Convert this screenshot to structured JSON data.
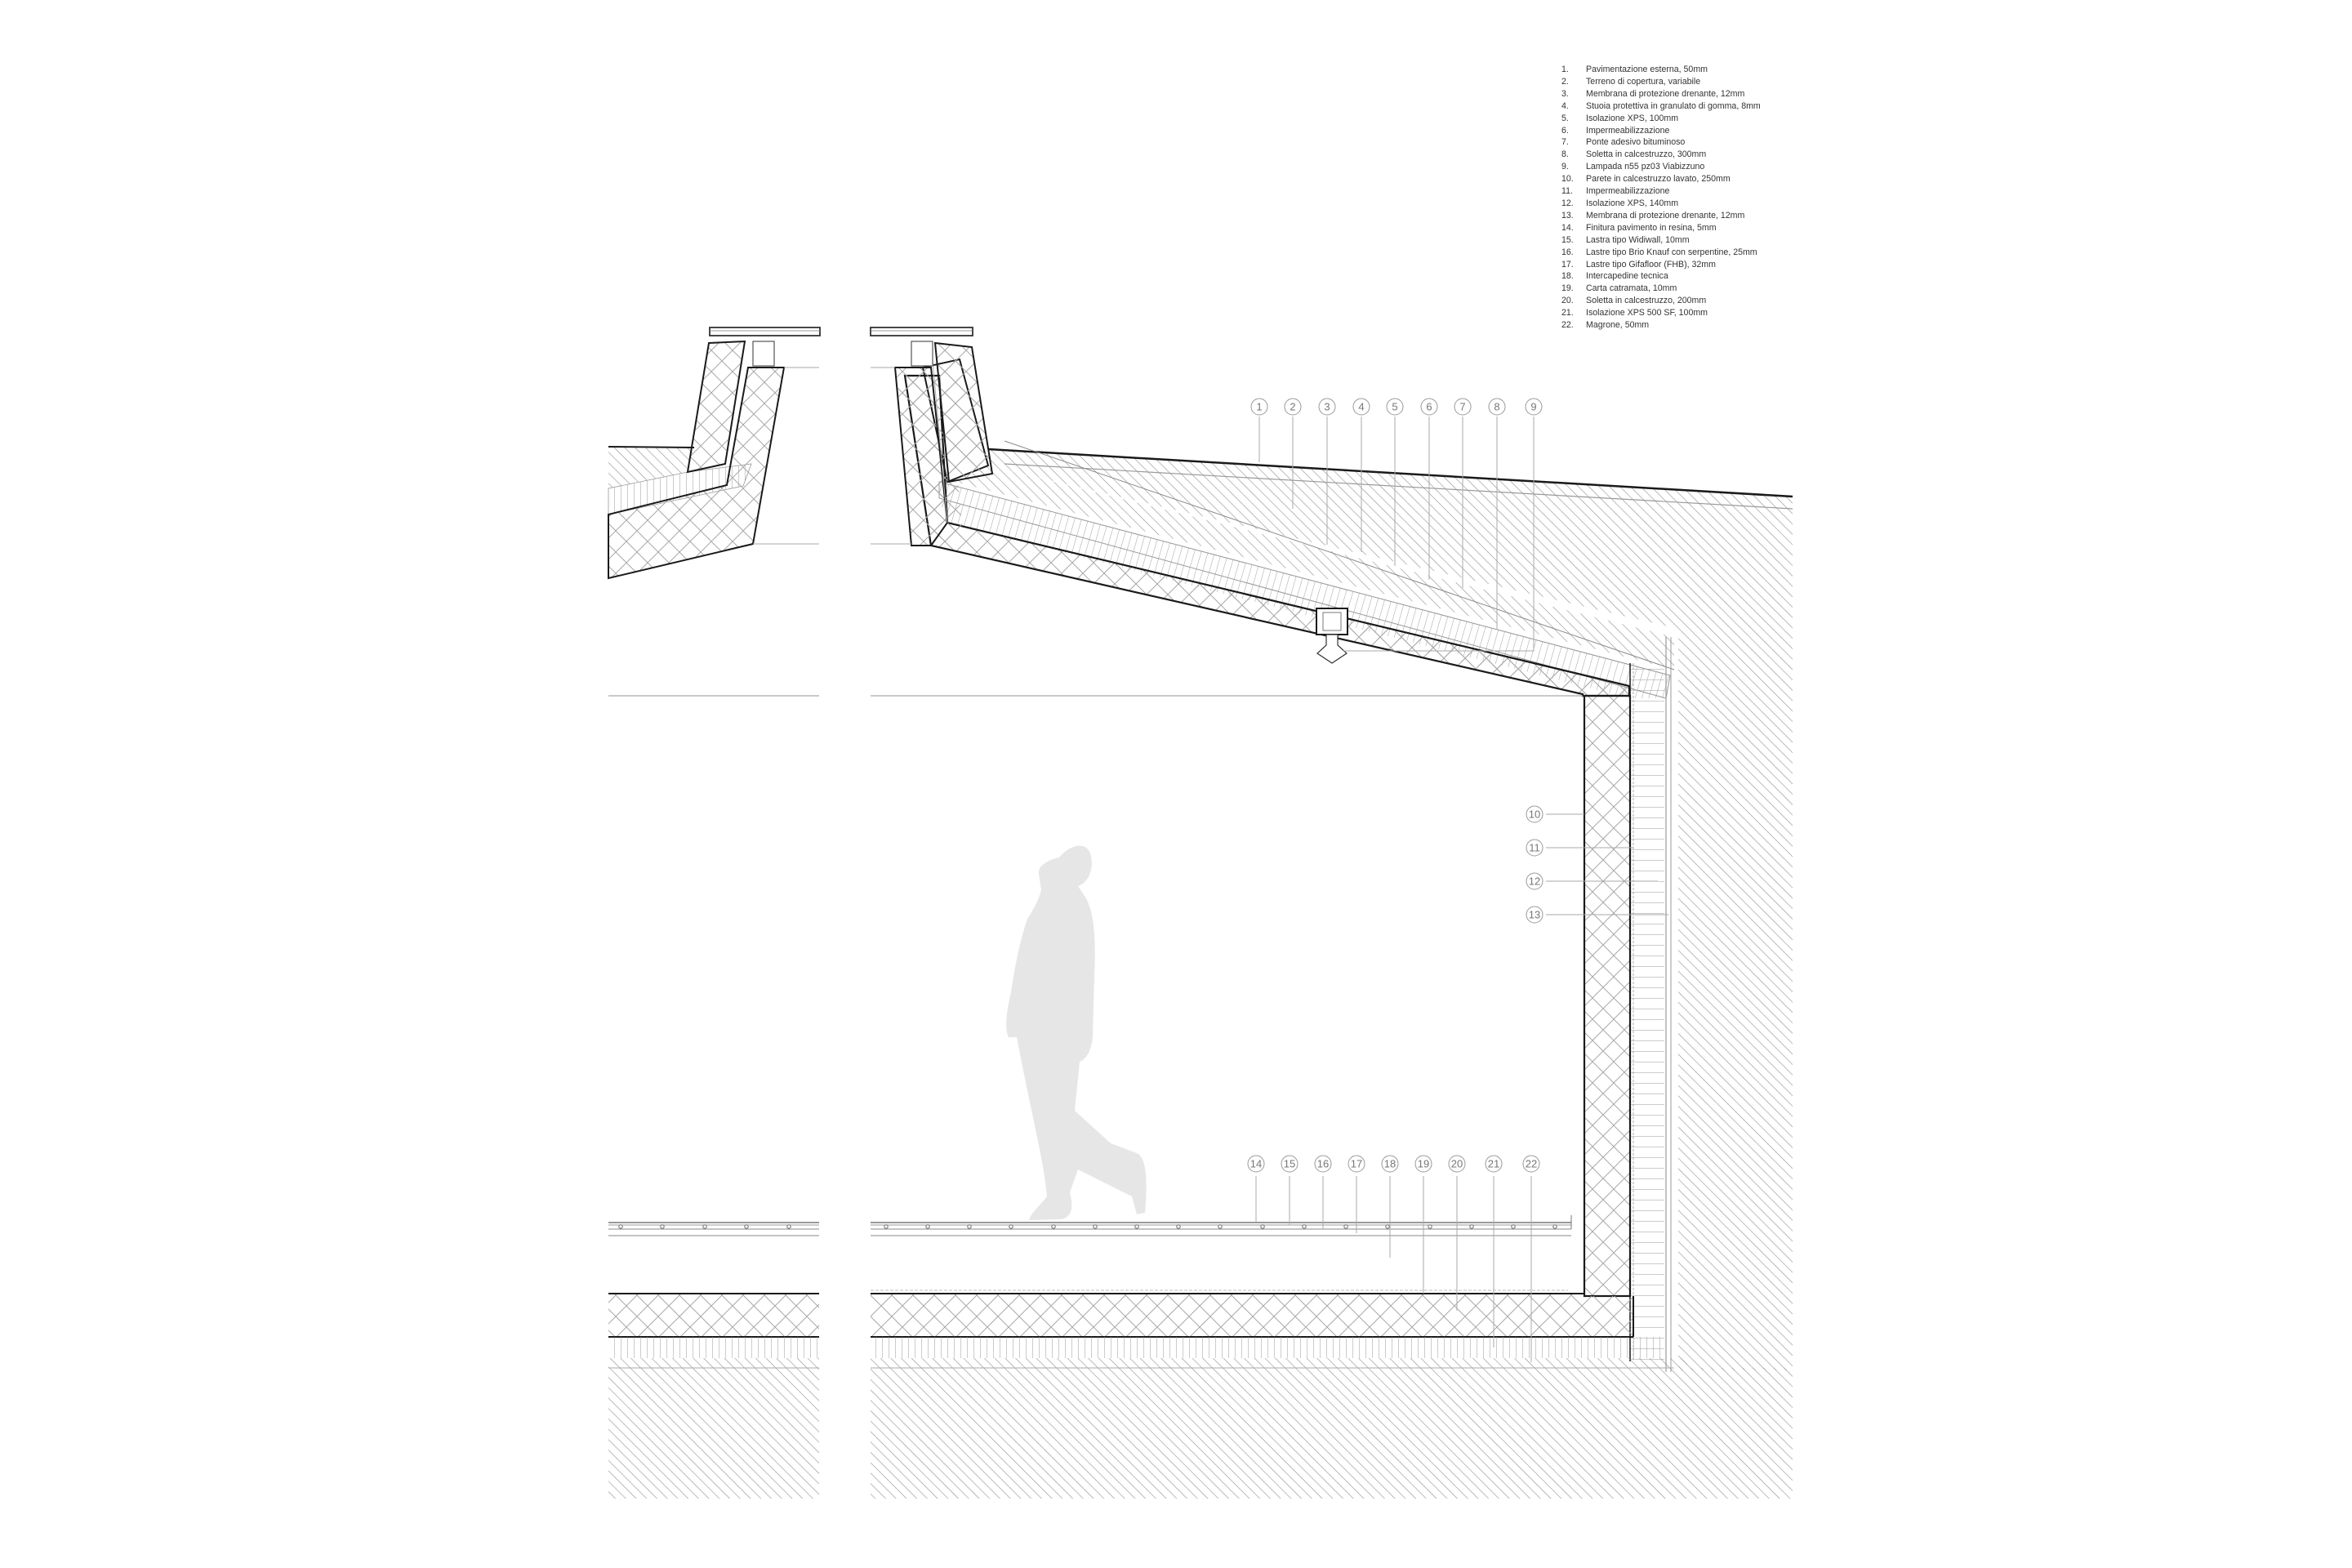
{
  "legend": {
    "items": [
      {
        "num": "1.",
        "text": "Pavimentazione esterna, 50mm"
      },
      {
        "num": "2.",
        "text": "Terreno di copertura, variabile"
      },
      {
        "num": "3.",
        "text": "Membrana di protezione drenante, 12mm"
      },
      {
        "num": "4.",
        "text": "Stuoia protettiva in granulato di gomma, 8mm"
      },
      {
        "num": "5.",
        "text": "Isolazione XPS, 100mm"
      },
      {
        "num": "6.",
        "text": "Impermeabilizzazione"
      },
      {
        "num": "7.",
        "text": "Ponte adesivo bituminoso"
      },
      {
        "num": "8.",
        "text": "Soletta in calcestruzzo, 300mm"
      },
      {
        "num": "9.",
        "text": "Lampada n55 pz03 Viabizzuno"
      },
      {
        "num": "10.",
        "text": "Parete in calcestruzzo lavato, 250mm"
      },
      {
        "num": "11.",
        "text": "Impermeabilizzazione"
      },
      {
        "num": "12.",
        "text": "Isolazione XPS, 140mm"
      },
      {
        "num": "13.",
        "text": "Membrana di protezione drenante, 12mm"
      },
      {
        "num": "14.",
        "text": "Finitura pavimento in resina, 5mm"
      },
      {
        "num": "15.",
        "text": "Lastra tipo Widiwall, 10mm"
      },
      {
        "num": "16.",
        "text": "Lastre tipo Brio Knauf con serpentine, 25mm"
      },
      {
        "num": "17.",
        "text": "Lastre tipo Gifafloor (FHB), 32mm"
      },
      {
        "num": "18.",
        "text": "Intercapedine tecnica"
      },
      {
        "num": "19.",
        "text": "Carta catramata, 10mm"
      },
      {
        "num": "20.",
        "text": "Soletta in calcestruzzo, 200mm"
      },
      {
        "num": "21.",
        "text": "Isolazione XPS 500 SF, 100mm"
      },
      {
        "num": "22.",
        "text": "Magrone, 50mm"
      }
    ]
  },
  "callouts": {
    "roof": [
      "1",
      "2",
      "3",
      "4",
      "5",
      "6",
      "7",
      "8",
      "9"
    ],
    "wall": [
      "10",
      "11",
      "12",
      "13"
    ],
    "floor": [
      "14",
      "15",
      "16",
      "17",
      "18",
      "19",
      "20",
      "21",
      "22"
    ]
  },
  "colors": {
    "line": "#1a1a1a",
    "hatch": "#9a9a9a",
    "leader": "#9e9e9e",
    "silhouette": "#e6e6e6",
    "background": "#ffffff"
  }
}
